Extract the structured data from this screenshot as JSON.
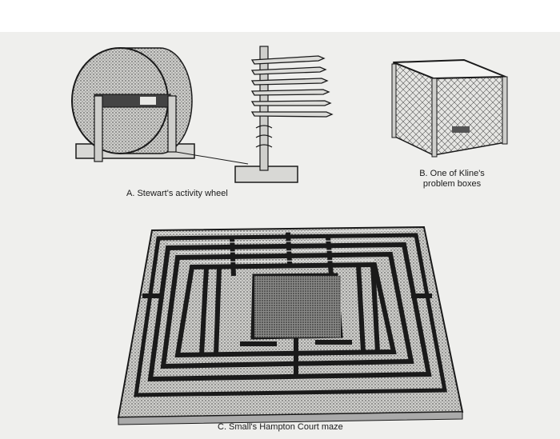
{
  "figure": {
    "caption_a": "A. Stewart's activity wheel",
    "caption_b_line1": "B. One of Kline's",
    "caption_b_line2": "problem boxes",
    "caption_c": "C. Small's Hampton Court maze"
  },
  "colors": {
    "paper": "#efefed",
    "ink": "#1a1a1a",
    "stipple": "#6b6b6b",
    "mesh": "#555555"
  }
}
